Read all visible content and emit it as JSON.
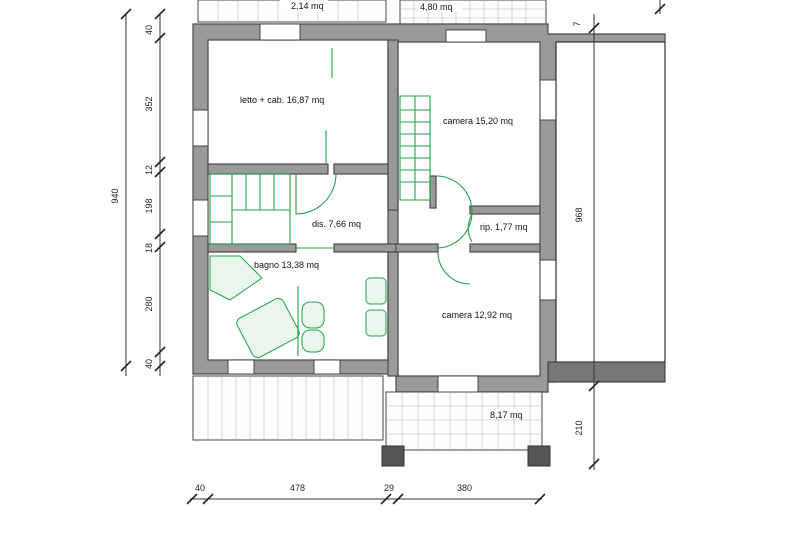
{
  "rooms": {
    "bed1": "letto + cab. 16,87 mq",
    "camera1": "camera 15,20 mq",
    "dis": "dis. 7,66 mq",
    "rip": "rip. 1,77 mq",
    "bagno": "bagno 13,38 mq",
    "camera2": "camera 12,92 mq",
    "balc_tl": "2,14 mq",
    "balc_tr": "4,80 mq",
    "balc_bot": "8,17 mq"
  },
  "dims_left": {
    "d40a": "40",
    "d352": "352",
    "d12": "12",
    "d198": "198",
    "d18": "18",
    "d280": "280",
    "d40b": "40",
    "total": "940"
  },
  "dims_right": {
    "d7": "7",
    "total": "968",
    "d210": "210"
  },
  "dims_bottom": {
    "d40": "40",
    "d478": "478",
    "d29": "29",
    "d380": "380"
  },
  "colors": {
    "wall": "#9a9a9a",
    "fixtures": "#1fa34a"
  }
}
